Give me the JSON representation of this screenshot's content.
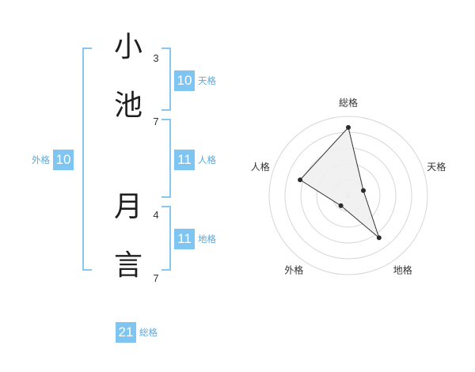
{
  "name": {
    "characters": [
      {
        "char": "小",
        "strokes": "3"
      },
      {
        "char": "池",
        "strokes": "7"
      },
      {
        "char": "月",
        "strokes": "4"
      },
      {
        "char": "言",
        "strokes": "7"
      }
    ]
  },
  "fortune": {
    "tenkaku": {
      "value": "10",
      "label": "天格"
    },
    "jinkaku": {
      "value": "11",
      "label": "人格"
    },
    "chikaku": {
      "value": "11",
      "label": "地格"
    },
    "gaikaku": {
      "value": "10",
      "label": "外格"
    },
    "soukaku": {
      "value": "21",
      "label": "総格"
    }
  },
  "colors": {
    "accent": "#7ec5f2",
    "bracket": "#88c7f0",
    "label": "#5aa9de",
    "radar_fill": "#efefef",
    "radar_line": "#333333"
  },
  "chart_data": {
    "type": "radar",
    "axes": [
      "総格",
      "天格",
      "地格",
      "外格",
      "人格"
    ],
    "rings": 5,
    "values": [
      4.3,
      1.0,
      3.3,
      0.8,
      3.2
    ],
    "max": 5
  }
}
